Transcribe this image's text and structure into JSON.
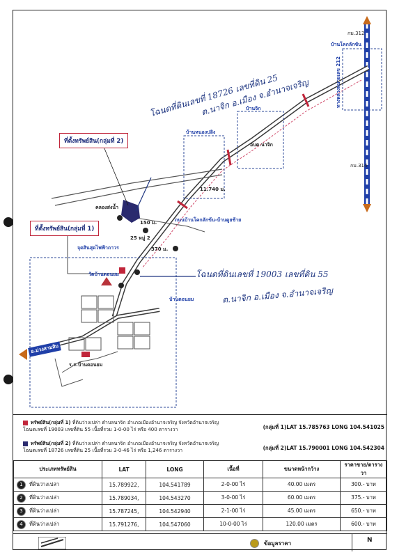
{
  "map": {
    "road_codes": {
      "top": "กม.312",
      "bottom": "กม.314"
    },
    "villages": {
      "lak_khan": "บ้านโคกลักข้น",
      "nong_pling": "บ้านหนองปลิง",
      "chik": "บ้านจิก",
      "dong_yom": "บ้านดอนยม",
      "wat": "วัดบ้านดอนยม"
    },
    "markers": {
      "office": "อบต.นาจิก",
      "canal": "คลองส่งน้ำ",
      "checkpoint": "จุดสินสุดไฟฟ้าถาวร",
      "local_road": "ถนนบ้านโคกลักข้น-บ้านดูยช้าย",
      "school": "ร.ร.บ้านดอนยม"
    },
    "distances": {
      "d1": "11.740 ม.",
      "d2": "150 ม.",
      "d3": "25 หมู่ 2",
      "d4": "370 ม."
    },
    "highway_label": "ทางหลวงหมายเลข 212",
    "to_town": "อ.ม่วงสามสิบ",
    "callout_group2": "ที่ตั้งทรัพย์สิน(กลุ่มที่ 2)",
    "callout_group1": "ที่ตั้งทรัพย์สิน(กลุ่มที่ 1)",
    "handwriting_1": "โฉนดที่ดินเลขที่ 18726 เลขที่ดิน 25",
    "handwriting_2": "ต.นาจิก อ.เมือง จ.อำนาจเจริญ",
    "handwriting_3": "โฉนดที่ดินเลขที่ 19003 เลขที่ดิน 55",
    "handwriting_4": "ต.นาจิก อ.เมือง จ.อำนาจเจริญ"
  },
  "legend": {
    "group1_title": "ทรัพย์สิน(กลุ่มที่ 1)",
    "group1_desc": "ที่ดินว่างเปล่า ตำบลนาจิก อำเภอเมืองอำนาจเจริญ จังหวัดอำนาจเจริญ",
    "group1_deed": "โฉนดเลขที่ 19003 เลขที่ดิน 55 เนื้อที่รวม 1-0-00 ไร่ หรือ 400 ตารางวา",
    "group1_coord": "(กลุ่มที่ 1)LAT  15.785763  LONG  104.541025",
    "group2_title": "ทรัพย์สิน(กลุ่มที่ 2)",
    "group2_desc": "ที่ดินว่างเปล่า ตำบลนาจิก อำเภอเมืองอำนาจเจริญ จังหวัดอำนาจเจริญ",
    "group2_deed": "โฉนดเลขที่ 18726 เลขที่ดิน 25 เนื้อที่รวม 3-0-46 ไร่ หรือ 1,246 ตารางวา",
    "group2_coord": "(กลุ่มที่ 2)LAT  15.790001  LONG  104.542304",
    "colors": {
      "group1": "#c0253a",
      "group2": "#2a2a6e"
    }
  },
  "table": {
    "headers": {
      "type": "ประเภททรัพย์สิน",
      "lat": "LAT",
      "long": "LONG",
      "area": "เนื้อที่",
      "frontage": "ขนาดหน้ากว้าง",
      "price": "ราคาขาย/ตารางวา"
    },
    "rows": [
      {
        "no": "1",
        "type": "ที่ดินว่างเปล่า",
        "lat": "15.789922,",
        "long": "104.541789",
        "area": "2-0-00 ไร่",
        "frontage": "40.00 เมตร",
        "price": "300.- บาท"
      },
      {
        "no": "2",
        "type": "ที่ดินว่างเปล่า",
        "lat": "15.789034,",
        "long": "104.543270",
        "area": "3-0-00 ไร่",
        "frontage": "60.00 เมตร",
        "price": "375.- บาท"
      },
      {
        "no": "3",
        "type": "ที่ดินว่างเปล่า",
        "lat": "15.787245,",
        "long": "104.542940",
        "area": "2-1-00 ไร่",
        "frontage": "45.00 เมตร",
        "price": "650.- บาท"
      },
      {
        "no": "4",
        "type": "ที่ดินว่างเปล่า",
        "lat": "15.791276,",
        "long": "104.547060",
        "area": "10-0-00 ไร่",
        "frontage": "120.00 เมตร",
        "price": "600.- บาท"
      }
    ]
  },
  "footer": {
    "price_info": "ข้อมูลราคา",
    "north": "N"
  }
}
